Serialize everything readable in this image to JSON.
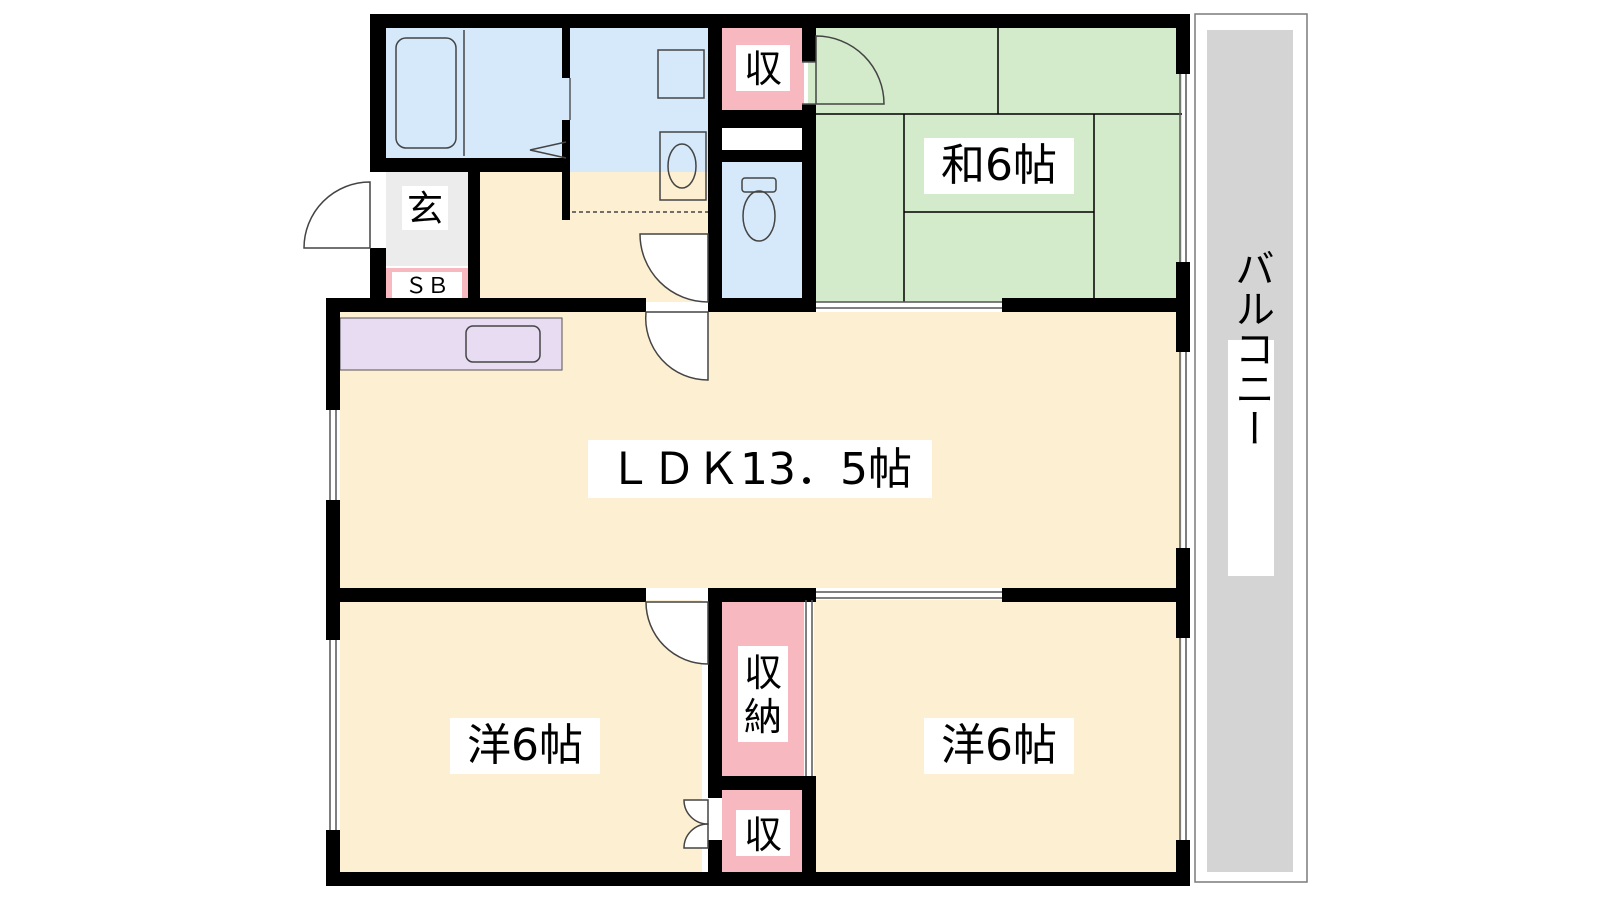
{
  "plan": {
    "labels": {
      "entrance": "玄",
      "shoe_box": "ＳＢ",
      "storage_top": "収",
      "washitsu": "和6帖",
      "ldk": "ＬＤＫ13．5帖",
      "storage_closet": "収納",
      "storage_bottom": "収",
      "yoshitsu_left": "洋6帖",
      "yoshitsu_right": "洋6帖",
      "balcony": "バルコニー"
    },
    "colors": {
      "wall": "#000000",
      "wet_area": "#d6e9fa",
      "tatami": "#d3ebcb",
      "floor": "#fdf0d2",
      "storage": "#f7b9bf",
      "kitchen": "#e8dcf2",
      "balcony": "#d4d4d4"
    }
  }
}
